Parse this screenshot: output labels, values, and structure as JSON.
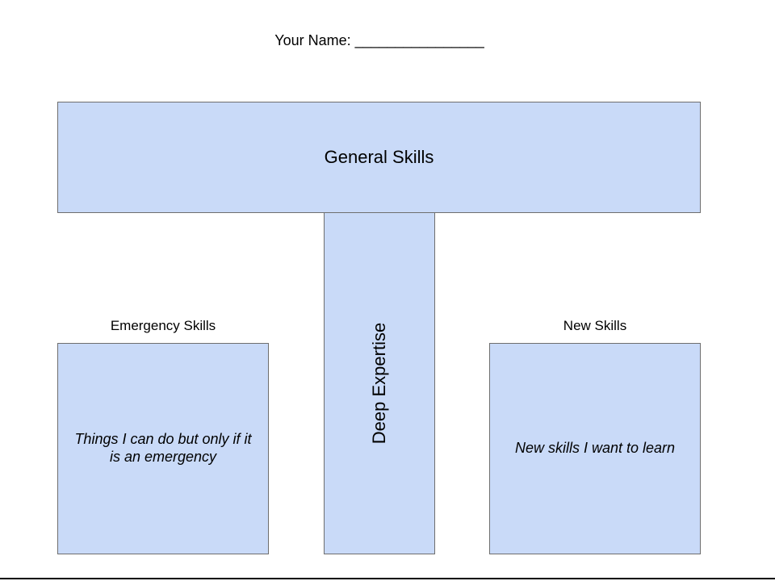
{
  "header": {
    "name_prompt": "Your Name: ________________"
  },
  "diagram": {
    "top_bar_label": "General Skills",
    "stem_label": "Deep Expertise",
    "left_heading": "Emergency Skills",
    "left_description": "Things I can do but only if it is an emergency",
    "right_heading": "New Skills",
    "right_description": "New skills I want to learn"
  },
  "colors": {
    "box_fill": "#c9daf8",
    "box_border": "#6e6e6e"
  }
}
